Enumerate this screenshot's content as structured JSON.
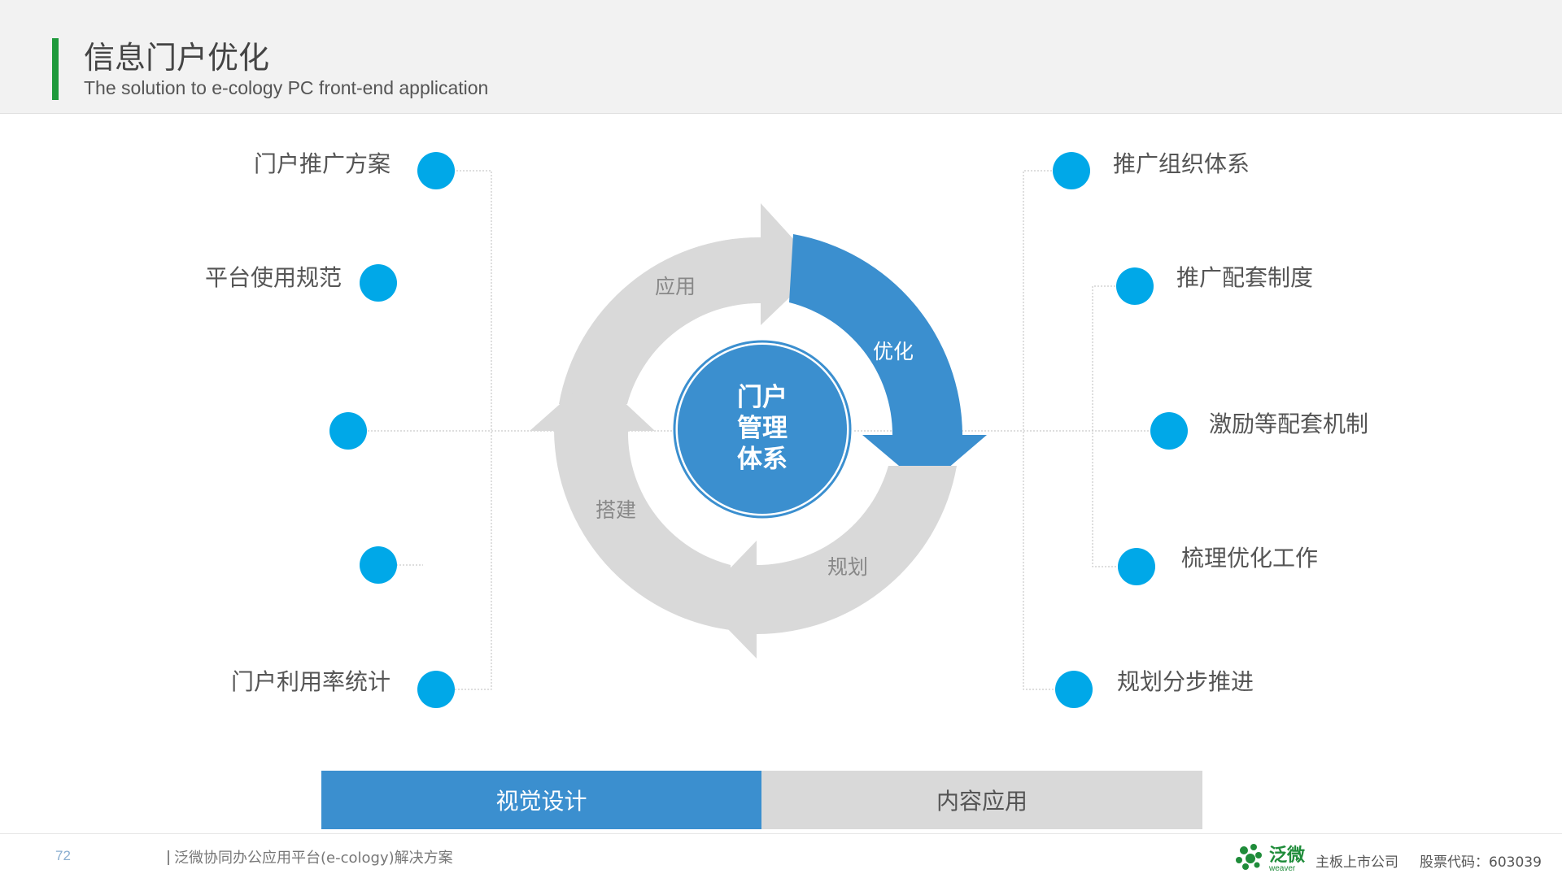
{
  "header": {
    "title": "信息门户优化",
    "subtitle": "The solution to e-cology PC front-end application"
  },
  "cycle": {
    "center_label_lines": [
      "门户",
      "管理",
      "体系"
    ],
    "segments": {
      "top": "应用",
      "right": "优化",
      "bottom": "规划",
      "left": "搭建"
    }
  },
  "left_items": [
    "门户推广方案",
    "平台使用规范",
    "",
    "",
    "门户利用率统计"
  ],
  "right_items": [
    "推广组织体系",
    "推广配套制度",
    "激励等配套机制",
    "梳理优化工作",
    "规划分步推进"
  ],
  "tabs": {
    "active": "视觉设计",
    "inactive": "内容应用"
  },
  "footer": {
    "page_number": "72",
    "doc_title": "泛微协同办公应用平台(e-cology)解决方案",
    "brand_name": "泛微",
    "brand_sub": "weaver",
    "listed": "主板上市公司",
    "stock_code": "股票代码：603039"
  },
  "colors": {
    "accent": "#3b8fcf",
    "dot": "#00a8e8",
    "arrow_gray": "#d9d9d9",
    "header_bar": "#1f9a3c"
  }
}
